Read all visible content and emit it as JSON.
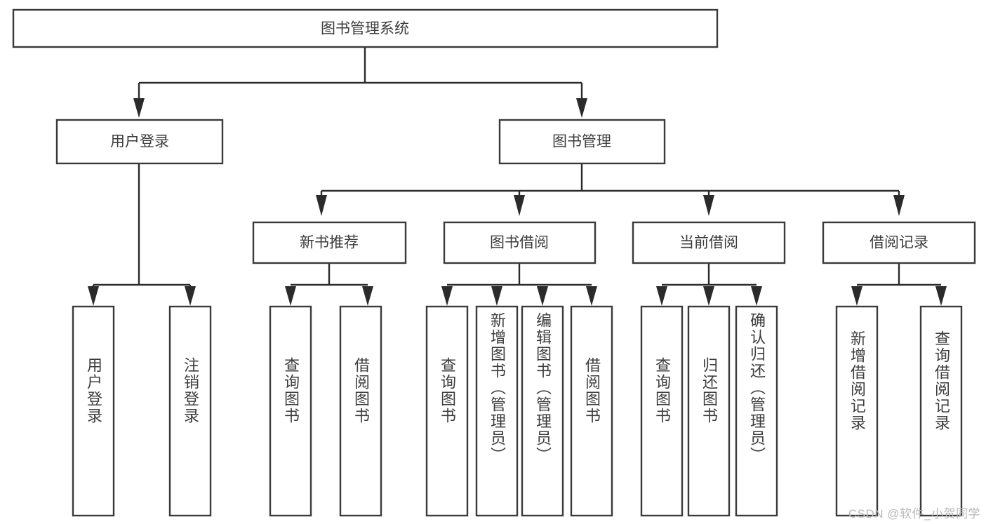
{
  "diagram": {
    "title": "图书管理系统",
    "type": "tree-hierarchy",
    "root": {
      "label": "图书管理系统",
      "orientation": "horizontal"
    },
    "level1": [
      {
        "label": "用户登录"
      },
      {
        "label": "图书管理"
      }
    ],
    "level2": [
      {
        "label": "新书推荐",
        "parent": "图书管理"
      },
      {
        "label": "图书借阅",
        "parent": "图书管理"
      },
      {
        "label": "当前借阅",
        "parent": "图书管理"
      },
      {
        "label": "借阅记录",
        "parent": "图书管理"
      }
    ],
    "leaves": {
      "user_login": [
        {
          "label": "用户登录"
        },
        {
          "label": "注销登录"
        }
      ],
      "new_book_recommend": [
        {
          "label": "查询图书"
        },
        {
          "label": "借阅图书"
        }
      ],
      "book_borrow": [
        {
          "label": "查询图书"
        },
        {
          "label": "新增图书（管理员）"
        },
        {
          "label": "编辑图书（管理员）"
        },
        {
          "label": "借阅图书"
        }
      ],
      "current_borrow": [
        {
          "label": "查询图书"
        },
        {
          "label": "归还图书"
        },
        {
          "label": "确认归还（管理员）"
        }
      ],
      "borrow_record": [
        {
          "label": "新增借阅记录"
        },
        {
          "label": "查询借阅记录"
        }
      ]
    },
    "watermark": "CSDN @软件_小贺同学",
    "colors": {
      "box_stroke": "#3a3a3a",
      "box_fill": "#ffffff",
      "line": "#2b2b2b",
      "text": "#3c3c3c",
      "watermark": "#b9b9b9",
      "background": "#ffffff"
    }
  }
}
